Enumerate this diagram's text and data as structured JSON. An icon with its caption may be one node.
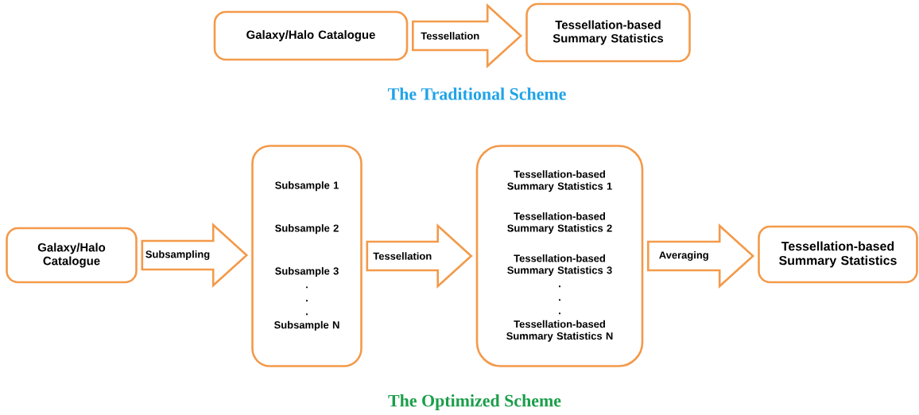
{
  "diagram": {
    "nodes": [
      {
        "text": [
          "Galaxy/Halo Catalogue"
        ]
      },
      {
        "text": [
          "Tessellation-based Summary Statistics"
        ]
      },
      {
        "text": [
          "Galaxy/Halo Catalogue"
        ]
      },
      {
        "text": [
          "Subsample 1",
          "Subsample 2",
          "Subsample 3",
          ".",
          ".",
          ".",
          "Subsample N"
        ]
      },
      {
        "text": [
          "Tessellation-based Summary Statistics 1",
          "Tessellation-based Summary Statistics 2",
          "Tessellation-based Summary Statistics 3",
          ".",
          ".",
          ".",
          "Tessellation-based Summary Statistics N"
        ]
      },
      {
        "text": [
          "Tessellation-based Summary Statistics"
        ]
      }
    ],
    "edges": [
      {
        "from": 0,
        "to": 1,
        "arrow": "to",
        "label": "Tessellation"
      },
      {
        "from": 2,
        "to": 3,
        "arrow": "to",
        "label": "Subsampling"
      },
      {
        "from": 3,
        "to": 4,
        "arrow": "to",
        "label": "Tessellation"
      },
      {
        "from": 4,
        "to": 5,
        "arrow": "to",
        "label": "Averaging"
      }
    ],
    "labels": [
      "The Traditional Scheme",
      "The Optimized Scheme"
    ]
  }
}
